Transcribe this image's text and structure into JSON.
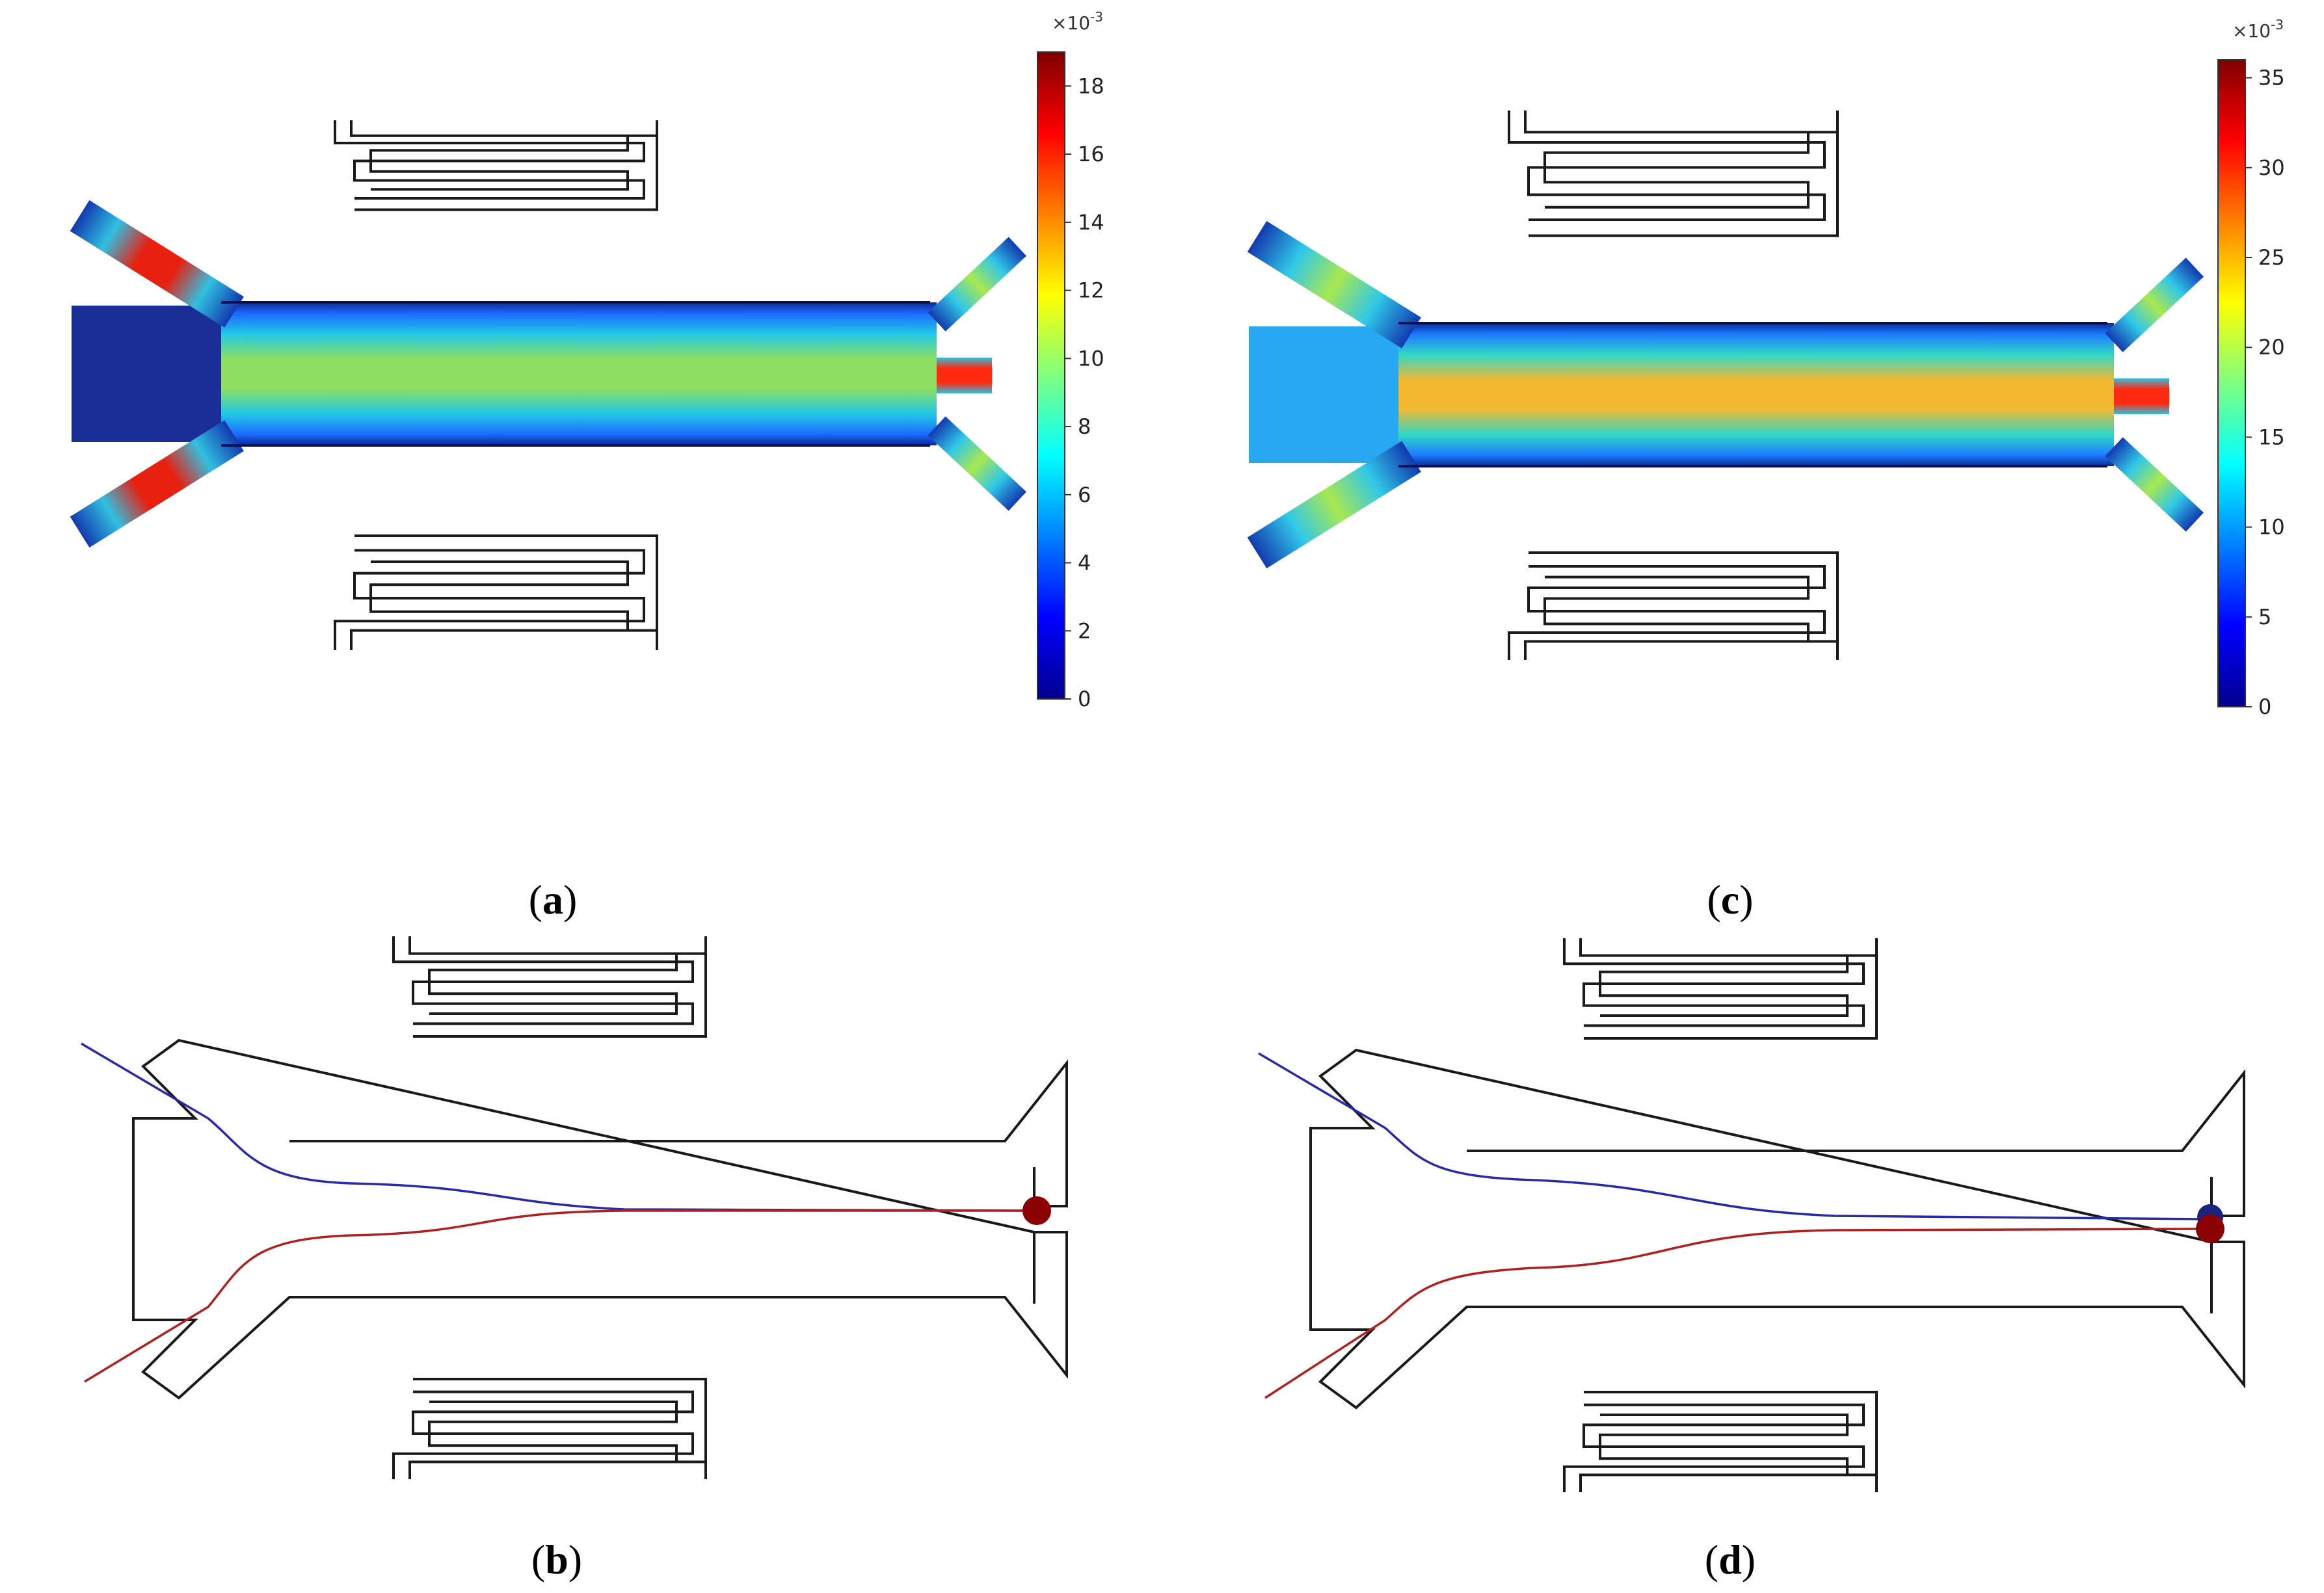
{
  "panels": [
    {
      "id": "a",
      "label": "(a)",
      "letter": "a"
    },
    {
      "id": "b",
      "label": "(b)",
      "letter": "b"
    },
    {
      "id": "c",
      "label": "(c)",
      "letter": "c"
    },
    {
      "id": "d",
      "label": "(d)",
      "letter": "d"
    }
  ],
  "colorbars": [
    {
      "panel": "a",
      "multiplier": "×10",
      "exponent": "-3",
      "ticks": [
        "0",
        "2",
        "4",
        "6",
        "8",
        "10",
        "12",
        "14",
        "16",
        "18"
      ],
      "max": 19
    },
    {
      "panel": "c",
      "multiplier": "×10",
      "exponent": "-3",
      "ticks": [
        "0",
        "5",
        "10",
        "15",
        "20",
        "25",
        "30",
        "35"
      ],
      "max": 36
    }
  ],
  "colors": {
    "outline": "#1a1a1a",
    "trajectory_upper": "#2a2aa8",
    "trajectory_lower": "#b02020",
    "particle": "#8b0000",
    "particle_blue": "#1a237e"
  }
}
